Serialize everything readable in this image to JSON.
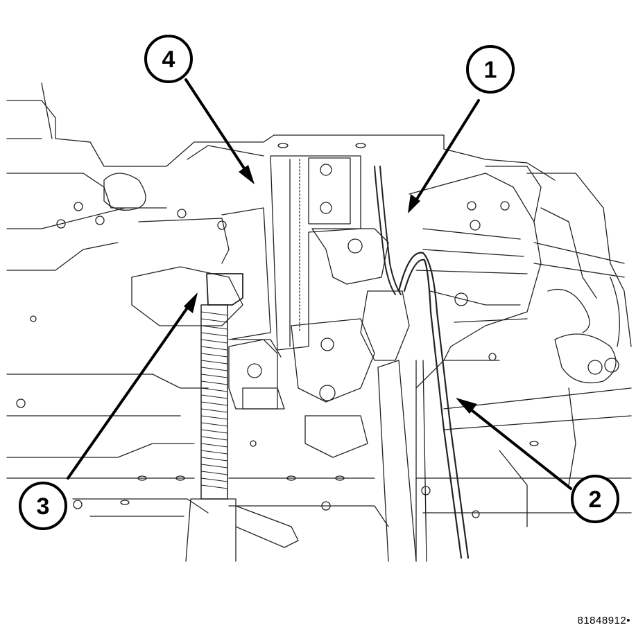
{
  "callouts": [
    {
      "id": "1",
      "label": "1"
    },
    {
      "id": "2",
      "label": "2"
    },
    {
      "id": "3",
      "label": "3"
    },
    {
      "id": "4",
      "label": "4"
    }
  ],
  "figure_id": "81848912•"
}
